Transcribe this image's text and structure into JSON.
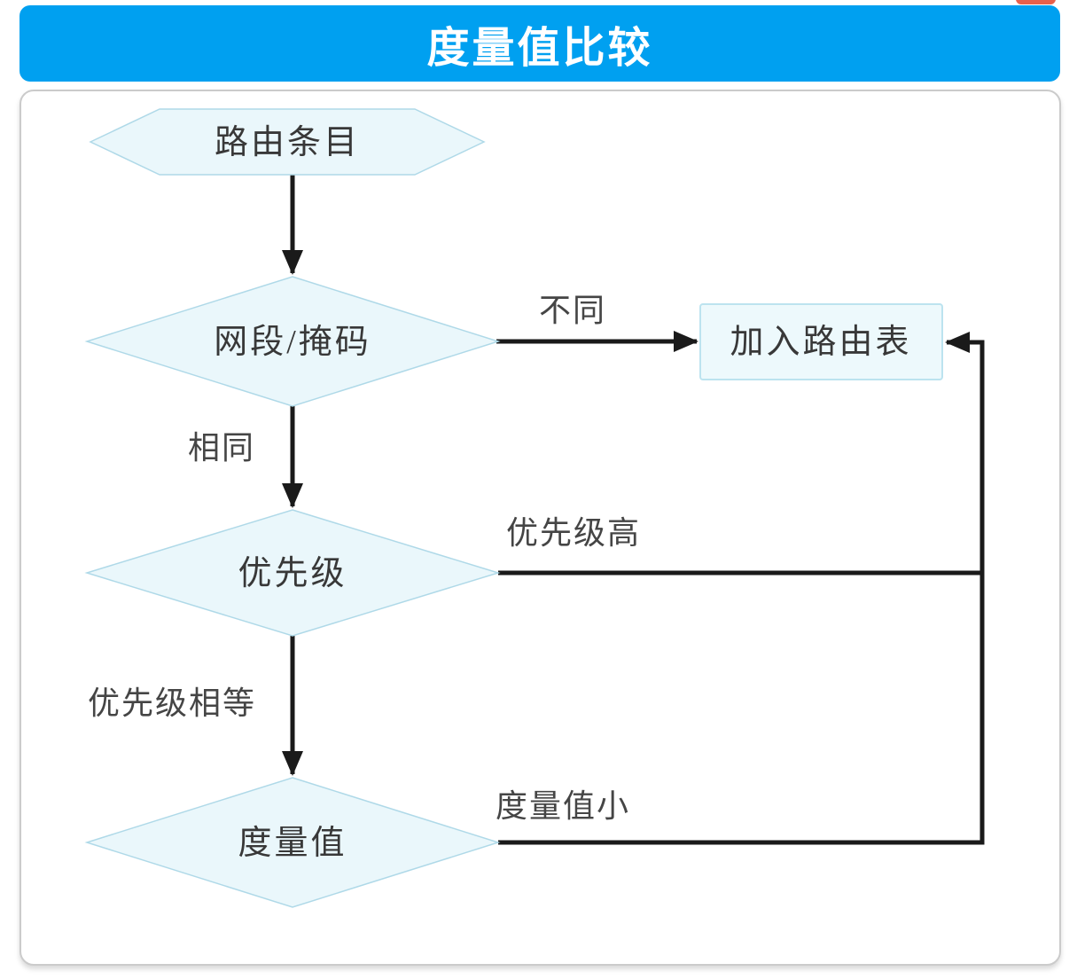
{
  "header": {
    "title": "度量值比较"
  },
  "badge": {
    "description": "red-fragment-top-edge"
  },
  "flowchart": {
    "nodes": [
      {
        "id": "start",
        "shape": "hexagon",
        "label": "路由条目"
      },
      {
        "id": "network-mask",
        "shape": "diamond",
        "label": "网段/掩码"
      },
      {
        "id": "priority",
        "shape": "diamond",
        "label": "优先级"
      },
      {
        "id": "metric",
        "shape": "diamond",
        "label": "度量值"
      },
      {
        "id": "add-to-routing-table",
        "shape": "rectangle",
        "label": "加入路由表"
      }
    ],
    "edges": [
      {
        "from": "start",
        "to": "network-mask",
        "label": ""
      },
      {
        "from": "network-mask",
        "to": "add-to-routing-table",
        "label": "不同"
      },
      {
        "from": "network-mask",
        "to": "priority",
        "label": "相同"
      },
      {
        "from": "priority",
        "to": "add-to-routing-table",
        "label": "优先级高"
      },
      {
        "from": "priority",
        "to": "metric",
        "label": "优先级相等"
      },
      {
        "from": "metric",
        "to": "add-to-routing-table",
        "label": "度量值小"
      }
    ]
  },
  "colors": {
    "header_bg": "#00A0F0",
    "header_text": "#FFFFFF",
    "node_fill": "#EAF7FB",
    "node_border": "#AFD9E8",
    "box_fill": "#EDF9FC",
    "box_border": "#BCE3EF",
    "line": "#1A1A1A",
    "text": "#3A3A3A",
    "panel_border": "#CBCBCB",
    "badge_red": "#E8604C"
  }
}
